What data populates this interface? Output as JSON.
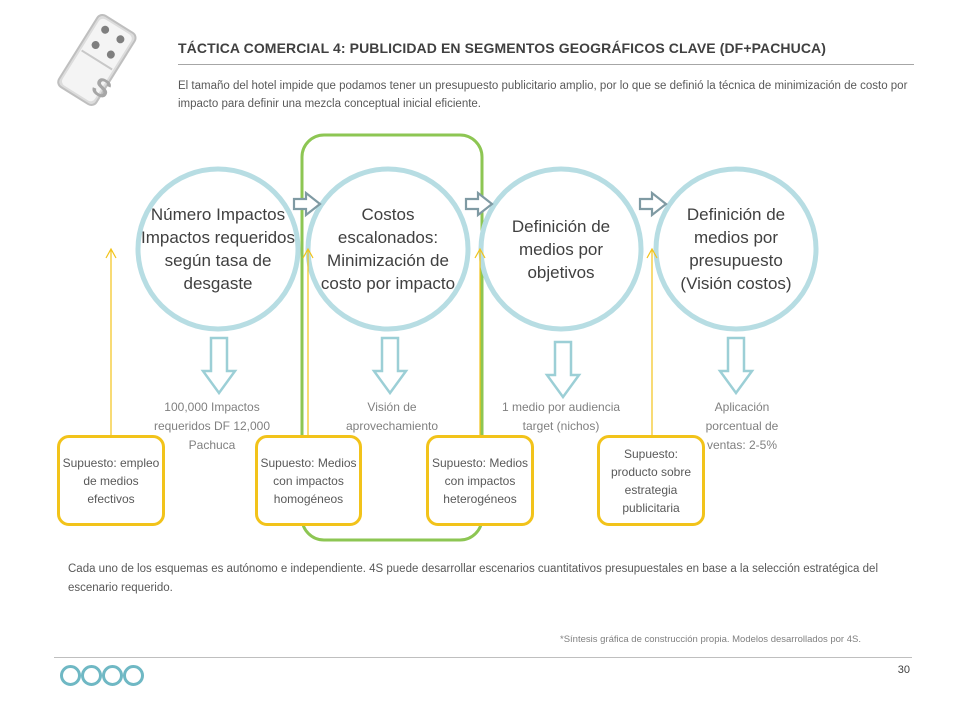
{
  "header": {
    "title": "TÁCTICA COMERCIAL 4: PUBLICIDAD EN SEGMENTOS GEOGRÁFICOS CLAVE (DF+PACHUCA)",
    "subtitle": "El tamaño del hotel impide que podamos tener un presupuesto publicitario amplio, por lo que se definió la técnica de minimización de costo por impacto para definir una mezcla conceptual inicial eficiente."
  },
  "logo": {
    "glyph": "S",
    "icon": "domino-logo-icon"
  },
  "circles": [
    {
      "label": "Número Impactos Impactos requeridos según tasa de desgaste",
      "result": "100,000 Impactos requeridos DF 12,000 Pachuca"
    },
    {
      "label": "Costos escalonados: Minimización de costo por impacto",
      "result": "Visión de aprovechamiento"
    },
    {
      "label": "Definición de medios por objetivos",
      "result": "1 medio por audiencia target (nichos)"
    },
    {
      "label": "Definición de medios por presupuesto (Visión costos)",
      "result": "Aplicación porcentual de ventas: 2-5%"
    }
  ],
  "supuestos": [
    "Supuesto: empleo de medios efectivos",
    "Supuesto: Medios con impactos homogéneos",
    "Supuesto: Medios con impactos heterogéneos",
    "Supuesto: producto sobre estrategia publicitaria"
  ],
  "note": "Cada uno de los esquemas es autónomo e independiente. 4S puede desarrollar escenarios cuantitativos presupuestales en base a la selección estratégica del escenario requerido.",
  "source": "*Síntesis gráfica de construcción propia. Modelos desarrollados por 4S.",
  "footer": {
    "page_number": "30",
    "dots_icon": "four-circles-icon"
  },
  "colors": {
    "circle": "#b7dde3",
    "highlight": "#8dc653",
    "supuesto": "#f2c31a",
    "arrow": "#9ccfd6",
    "dots": "#6fb8c4"
  }
}
